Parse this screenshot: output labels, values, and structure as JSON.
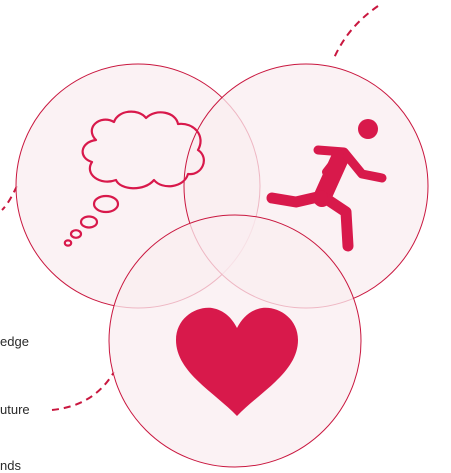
{
  "colors": {
    "accent": "#d8194b",
    "circle_fill": "#f9eef0",
    "circle_stroke": "#c9173f"
  },
  "icons": {
    "top_left": "thought-bubble-icon",
    "top_right": "running-person-icon",
    "bottom": "heart-icon"
  },
  "labels": {
    "edge_fragment": "edge",
    "future_fragment": "uture",
    "nds_fragment": "nds"
  }
}
